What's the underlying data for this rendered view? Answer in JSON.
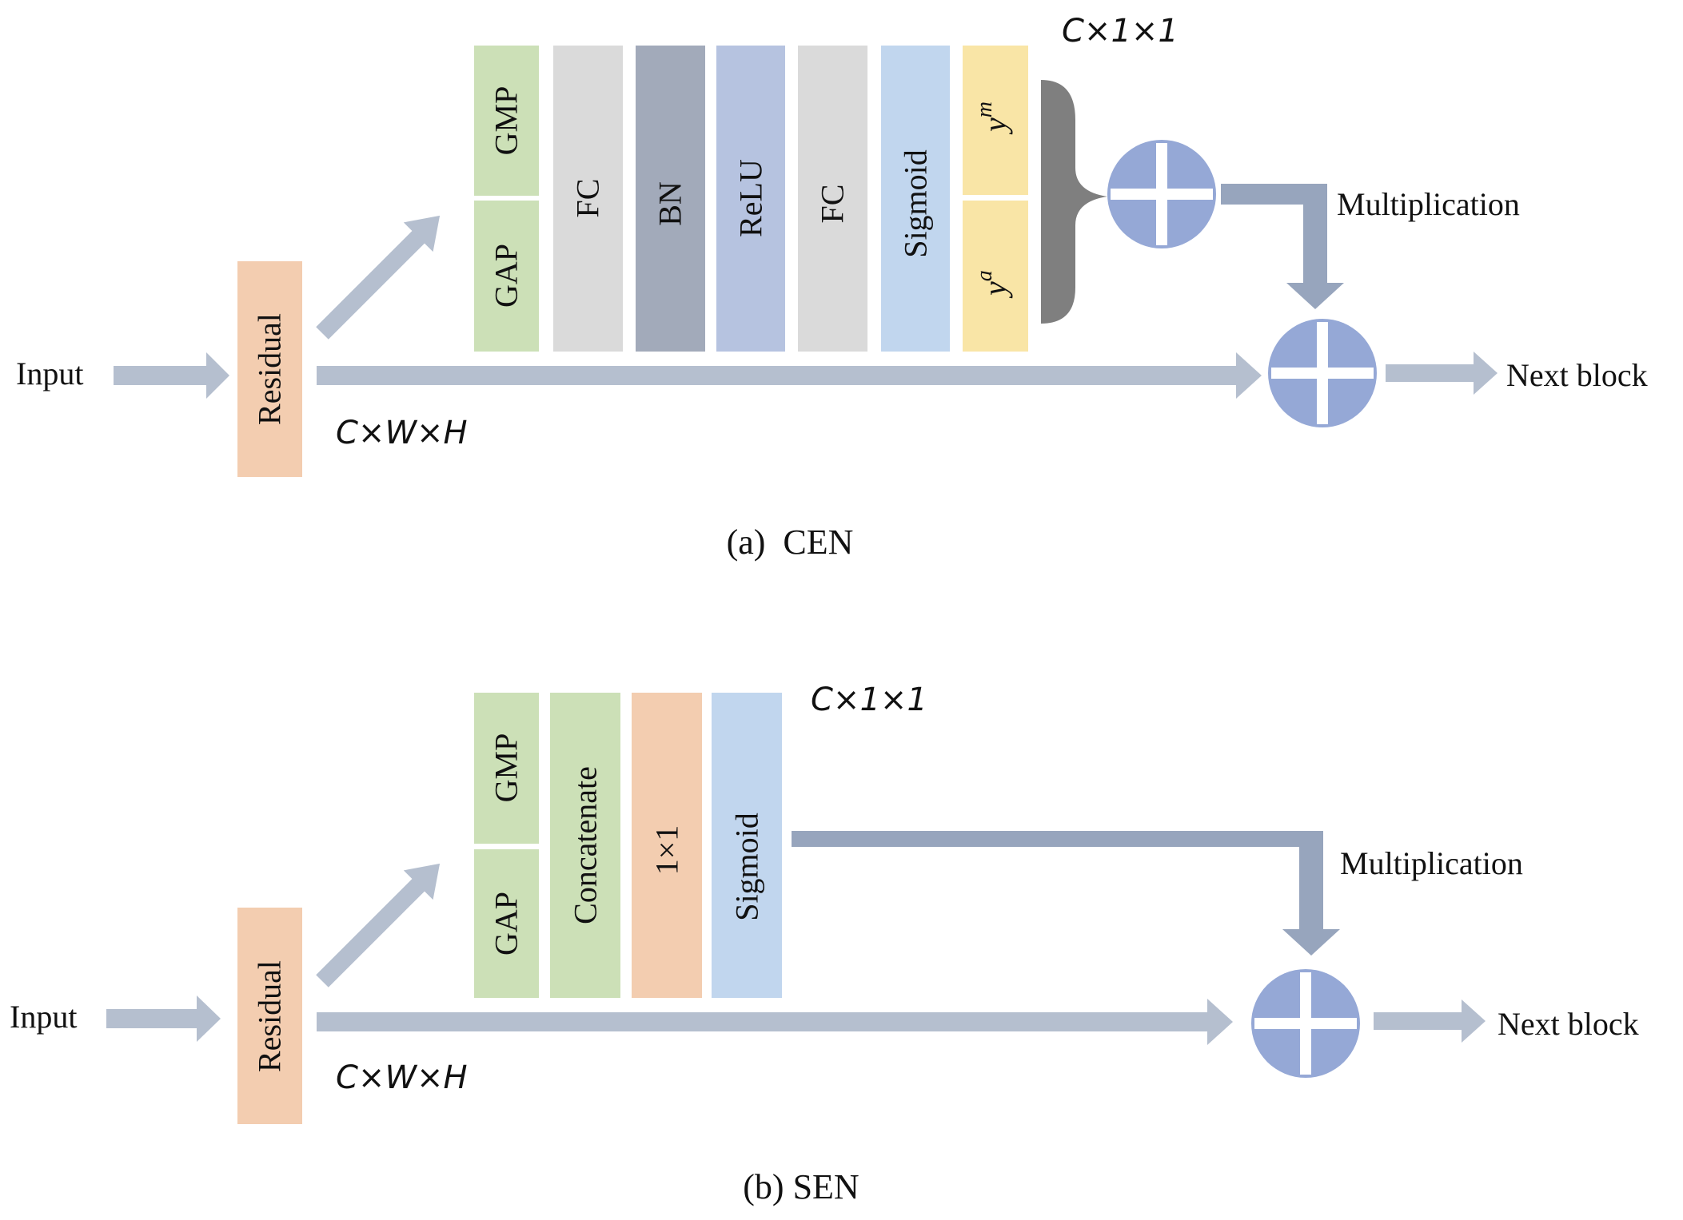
{
  "colors": {
    "arrow": "#b5bfcf",
    "arrow_dark": "#97a5bd",
    "plus": "#95a8d6",
    "residual": "#f3cdb0",
    "green": "#cce0b7",
    "fc": "#dadada",
    "bn": "#a2aaba",
    "relu": "#b6c3e0",
    "sigmoid": "#c1d6ee",
    "yellow": "#f9e5a6",
    "brace": "#7f7f7f",
    "onebyone": "#f3cdb0"
  },
  "cen": {
    "input": "Input",
    "residual": "Residual",
    "gmp": "GMP",
    "gap": "GAP",
    "fc1": "FC",
    "bn": "BN",
    "relu": "ReLU",
    "fc2": "FC",
    "sigmoid": "Sigmoid",
    "y_m_base": "y",
    "y_m_sup": "m",
    "y_a_base": "y",
    "y_a_sup": "a",
    "shape_vec": "C×1×1",
    "shape_map": "C×W×H",
    "multiplication": "Multiplication",
    "next": "Next block",
    "caption": "(a)  CEN"
  },
  "sen": {
    "input": "Input",
    "residual": "Residual",
    "gmp": "GMP",
    "gap": "GAP",
    "concat": "Concatenate",
    "onebyone": "1×1",
    "sigmoid": "Sigmoid",
    "shape_vec": "C×1×1",
    "shape_map": "C×W×H",
    "multiplication": "Multiplication",
    "next": "Next block",
    "caption": "(b) SEN"
  }
}
